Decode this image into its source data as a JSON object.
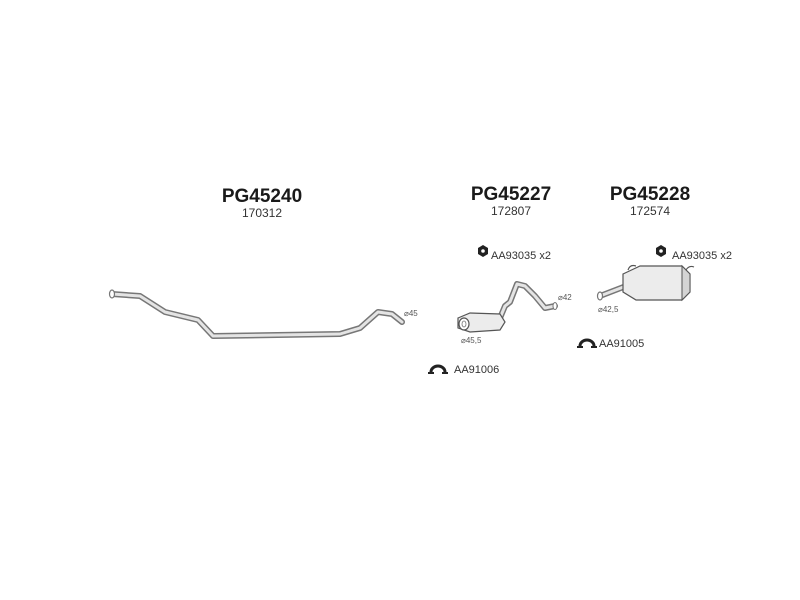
{
  "parts": [
    {
      "code": "PG45240",
      "number": "170312",
      "diameters": [
        "⌀45"
      ]
    },
    {
      "code": "PG45227",
      "number": "172807",
      "diameters": [
        "⌀42",
        "⌀45,5"
      ]
    },
    {
      "code": "PG45228",
      "number": "172574",
      "diameters": [
        "⌀42,5"
      ]
    }
  ],
  "accessories": [
    {
      "ref": "AA93035 x2",
      "icon": "hex-nut-icon"
    },
    {
      "ref": "AA93035 x2",
      "icon": "hex-nut-icon"
    },
    {
      "ref": "AA91005",
      "icon": "pipe-clamp-icon"
    },
    {
      "ref": "AA91006",
      "icon": "pipe-clamp-icon"
    }
  ],
  "colors": {
    "pipe": "#777777",
    "pipe_fill": "#e4e4e4",
    "text": "#1a1a1a"
  }
}
